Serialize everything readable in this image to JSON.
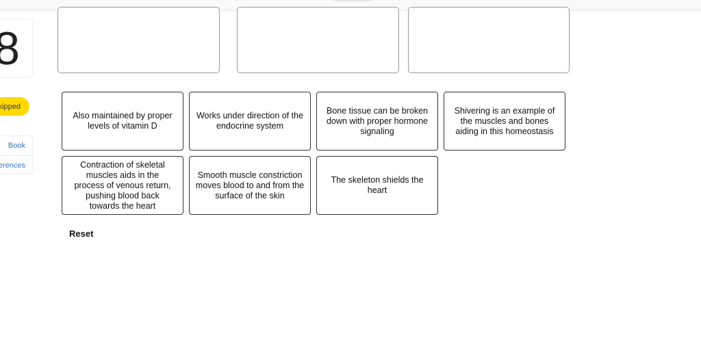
{
  "sidebar": {
    "question_number": "8",
    "status_badge": "kipped",
    "links": [
      "Book",
      "erences"
    ]
  },
  "drop_zones": 3,
  "cards": [
    "Also maintained by proper levels of vitamin D",
    "Works under direction of the endocrine system",
    "Bone tissue can be broken down with proper hormone signaling",
    "Shivering is an example of the muscles and bones aiding in this homeostasis",
    "Contraction of skeletal muscles aids in the process of venous return, pushing blood back towards the heart",
    "Smooth muscle constriction moves blood to and from the surface of the skin",
    "The skeleton shields the heart"
  ],
  "reset_label": "Reset",
  "colors": {
    "badge": "#ffd900",
    "link": "#3b73c4"
  }
}
